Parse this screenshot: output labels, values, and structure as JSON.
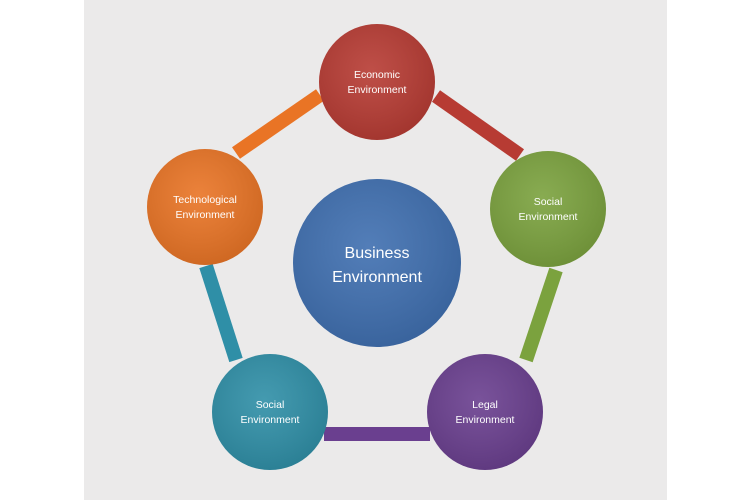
{
  "center": {
    "line1": "Business",
    "line2": "Environment",
    "color": "#3f6fb0"
  },
  "nodes": [
    {
      "line1": "Economic",
      "line2": "Environment",
      "color": "#b73b33"
    },
    {
      "line1": "Social",
      "line2": "Environment",
      "color": "#7ba23e"
    },
    {
      "line1": "Legal",
      "line2": "Environment",
      "color": "#6a3f8f"
    },
    {
      "line1": "Social",
      "line2": "Environment",
      "color": "#2f8fa7"
    },
    {
      "line1": "Technological",
      "line2": "Environment",
      "color": "#e97425"
    }
  ],
  "connectors": [
    {
      "color": "#b73b33"
    },
    {
      "color": "#7ba23e"
    },
    {
      "color": "#6a3f8f"
    },
    {
      "color": "#2f8fa7"
    },
    {
      "color": "#e97425"
    }
  ]
}
